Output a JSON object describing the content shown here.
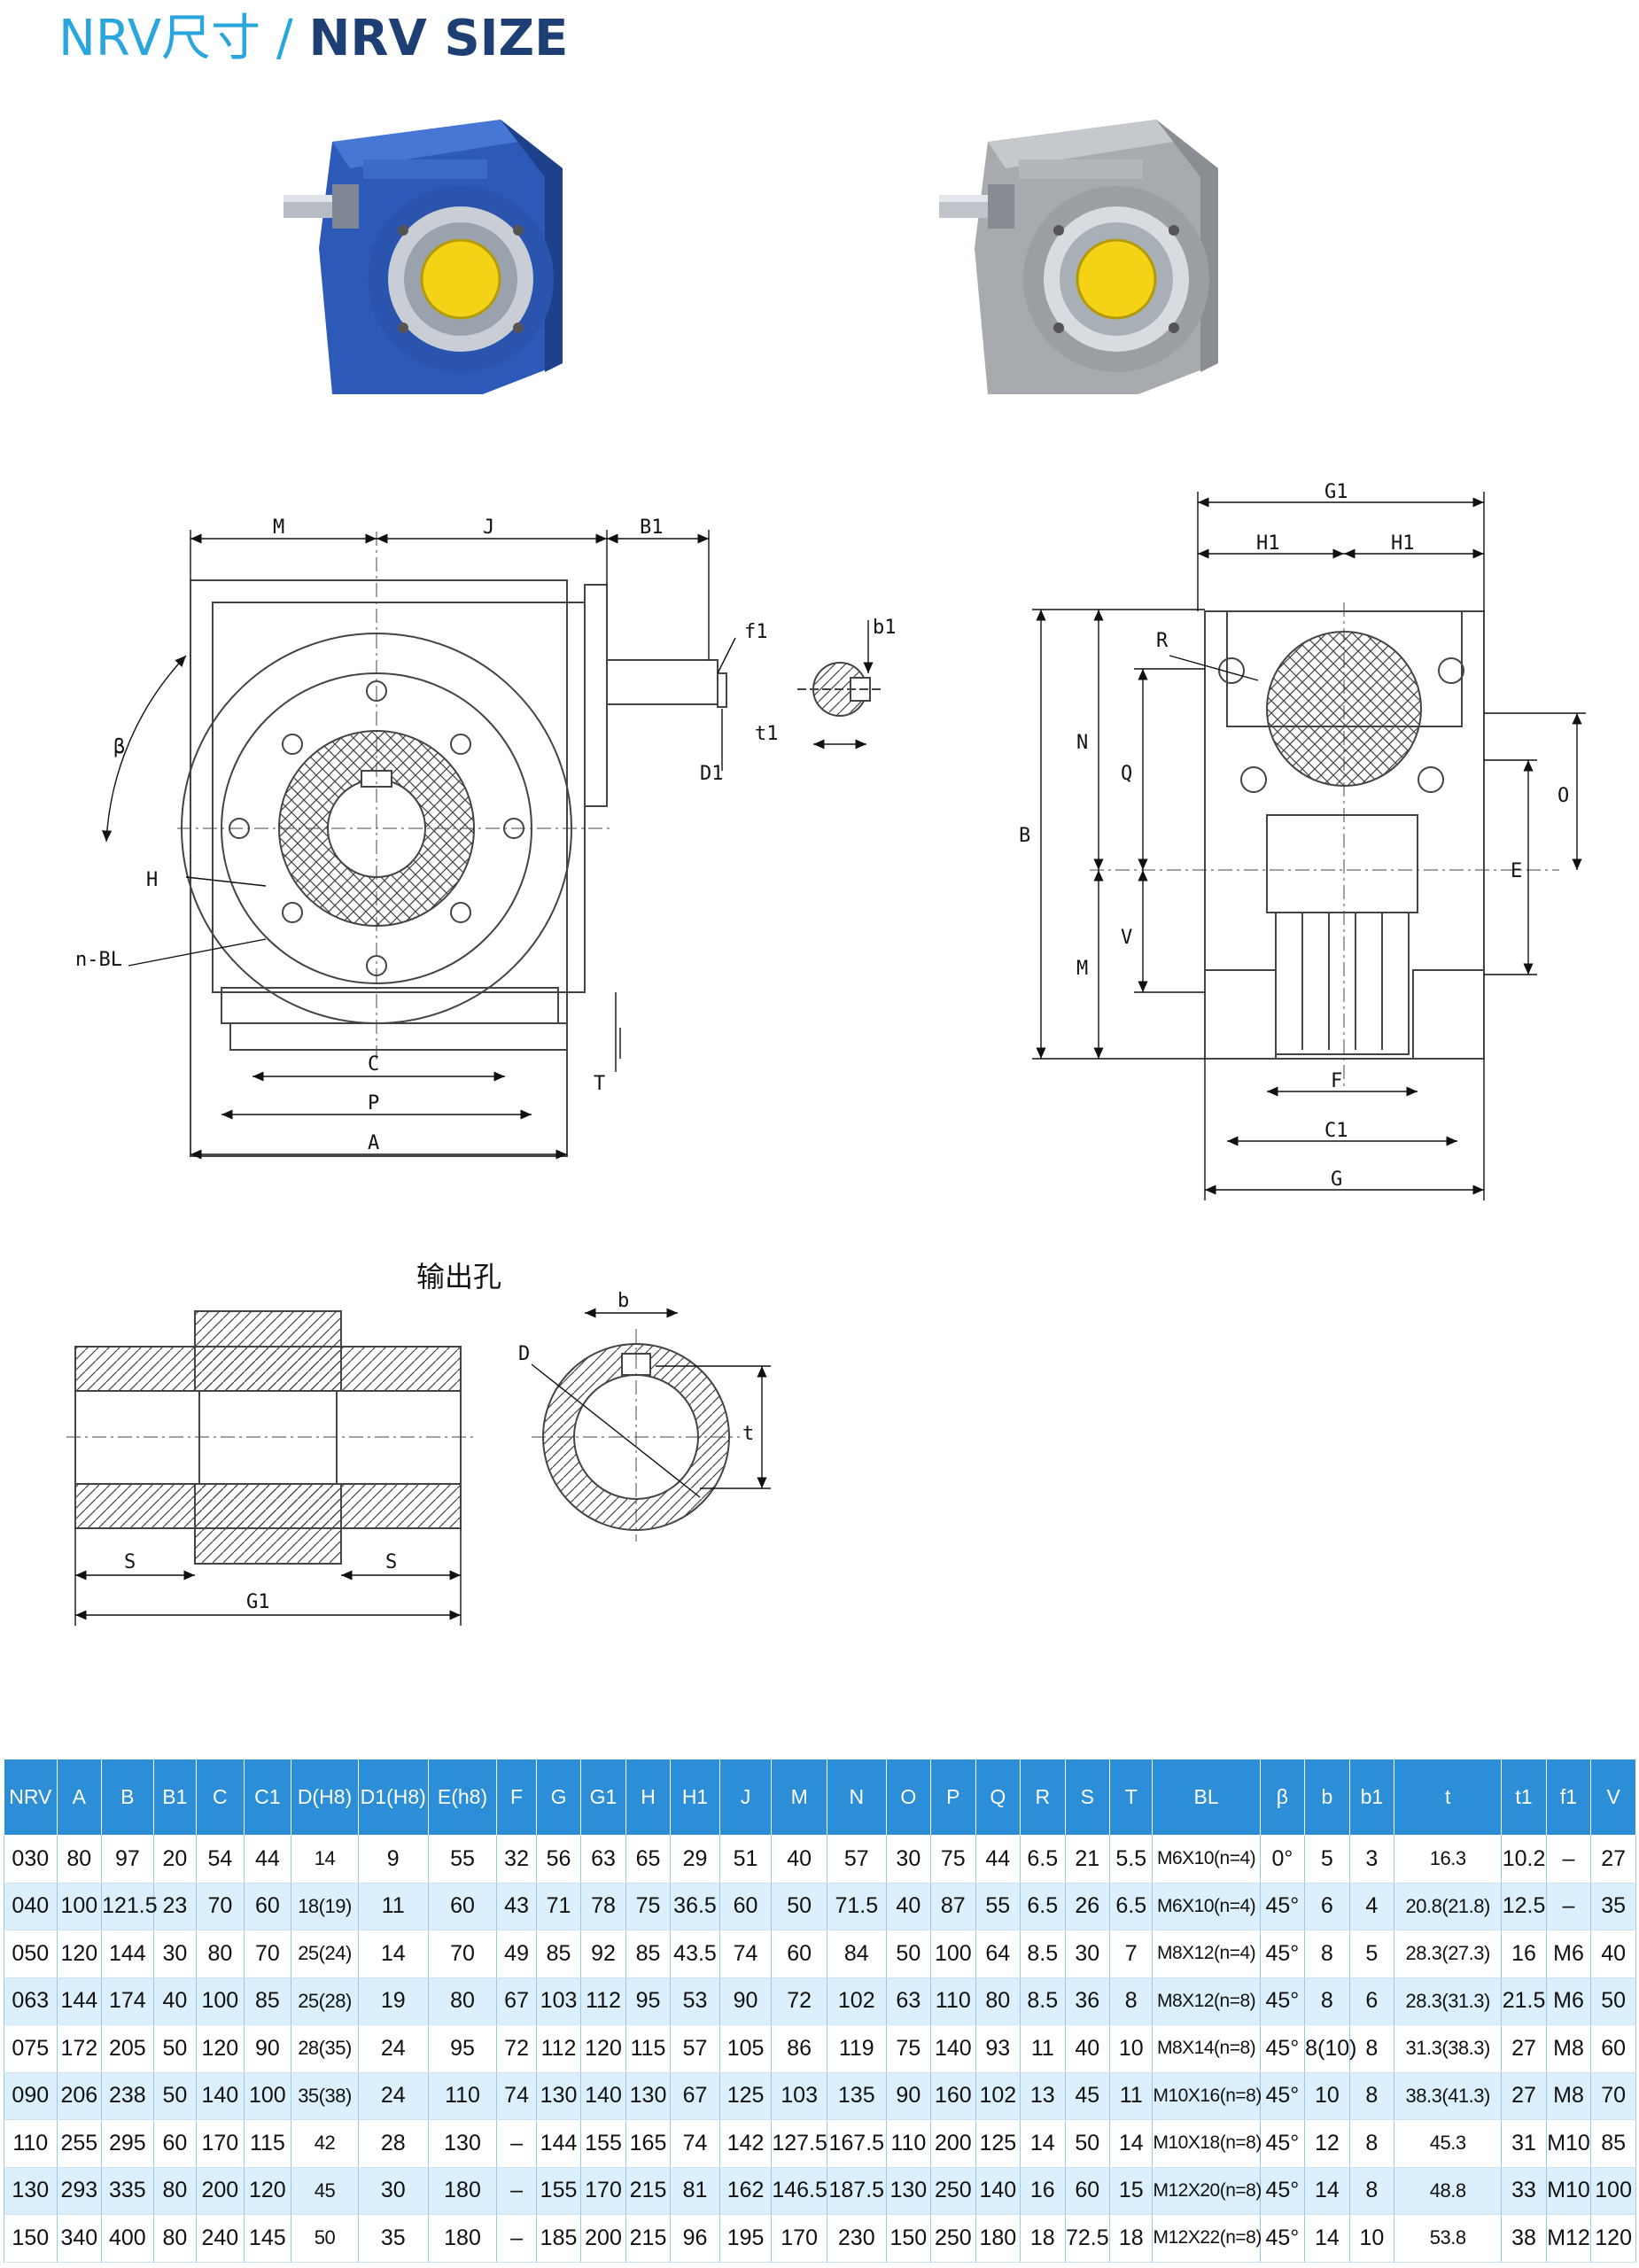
{
  "header": {
    "title_cn": "NRV尺寸 / ",
    "title_en": "NRV SIZE"
  },
  "drawings": {
    "front_view": {
      "M": "M",
      "J": "J",
      "B1": "B1",
      "f1": "f1",
      "b1": "b1",
      "t1": "t1",
      "D1": "D1",
      "beta": "β",
      "H": "H",
      "nBL": "n-BL",
      "C": "C",
      "P": "P",
      "A": "A",
      "T": "T"
    },
    "side_view": {
      "G1": "G1",
      "H1a": "H1",
      "H1b": "H1",
      "R": "R",
      "N": "N",
      "Q": "Q",
      "B": "B",
      "O": "O",
      "E": "E",
      "V": "V",
      "M": "M",
      "F": "F",
      "C1": "C1",
      "G": "G"
    },
    "output_hole": {
      "title": "输出孔",
      "b": "b",
      "D": "D",
      "t": "t",
      "S1": "S",
      "S2": "S",
      "G1": "G1"
    }
  },
  "colors": {
    "blue_motor": "#2d5ab8",
    "grey_motor": "#a7aaae",
    "header_blue": "#2b8ed6",
    "title_light": "#2aa6de",
    "title_dark": "#1e3f73",
    "row_alt": "#dceffc"
  },
  "table": {
    "columns": [
      "NRV",
      "A",
      "B",
      "B1",
      "C",
      "C1",
      "D(H8)",
      "D1(H8)",
      "E(h8)",
      "F",
      "G",
      "G1",
      "H",
      "H1",
      "J",
      "M",
      "N",
      "O",
      "P",
      "Q",
      "R",
      "S",
      "T",
      "BL",
      "β",
      "b",
      "b1",
      "t",
      "t1",
      "f1",
      "V"
    ],
    "rows": [
      [
        "030",
        "80",
        "97",
        "20",
        "54",
        "44",
        "14",
        "9",
        "55",
        "32",
        "56",
        "63",
        "65",
        "29",
        "51",
        "40",
        "57",
        "30",
        "75",
        "44",
        "6.5",
        "21",
        "5.5",
        "M6X10(n=4)",
        "0°",
        "5",
        "3",
        "16.3",
        "10.2",
        "–",
        "27"
      ],
      [
        "040",
        "100",
        "121.5",
        "23",
        "70",
        "60",
        "18(19)",
        "11",
        "60",
        "43",
        "71",
        "78",
        "75",
        "36.5",
        "60",
        "50",
        "71.5",
        "40",
        "87",
        "55",
        "6.5",
        "26",
        "6.5",
        "M6X10(n=4)",
        "45°",
        "6",
        "4",
        "20.8(21.8)",
        "12.5",
        "–",
        "35"
      ],
      [
        "050",
        "120",
        "144",
        "30",
        "80",
        "70",
        "25(24)",
        "14",
        "70",
        "49",
        "85",
        "92",
        "85",
        "43.5",
        "74",
        "60",
        "84",
        "50",
        "100",
        "64",
        "8.5",
        "30",
        "7",
        "M8X12(n=4)",
        "45°",
        "8",
        "5",
        "28.3(27.3)",
        "16",
        "M6",
        "40"
      ],
      [
        "063",
        "144",
        "174",
        "40",
        "100",
        "85",
        "25(28)",
        "19",
        "80",
        "67",
        "103",
        "112",
        "95",
        "53",
        "90",
        "72",
        "102",
        "63",
        "110",
        "80",
        "8.5",
        "36",
        "8",
        "M8X12(n=8)",
        "45°",
        "8",
        "6",
        "28.3(31.3)",
        "21.5",
        "M6",
        "50"
      ],
      [
        "075",
        "172",
        "205",
        "50",
        "120",
        "90",
        "28(35)",
        "24",
        "95",
        "72",
        "112",
        "120",
        "115",
        "57",
        "105",
        "86",
        "119",
        "75",
        "140",
        "93",
        "11",
        "40",
        "10",
        "M8X14(n=8)",
        "45°",
        "8(10)",
        "8",
        "31.3(38.3)",
        "27",
        "M8",
        "60"
      ],
      [
        "090",
        "206",
        "238",
        "50",
        "140",
        "100",
        "35(38)",
        "24",
        "110",
        "74",
        "130",
        "140",
        "130",
        "67",
        "125",
        "103",
        "135",
        "90",
        "160",
        "102",
        "13",
        "45",
        "11",
        "M10X16(n=8)",
        "45°",
        "10",
        "8",
        "38.3(41.3)",
        "27",
        "M8",
        "70"
      ],
      [
        "110",
        "255",
        "295",
        "60",
        "170",
        "115",
        "42",
        "28",
        "130",
        "–",
        "144",
        "155",
        "165",
        "74",
        "142",
        "127.5",
        "167.5",
        "110",
        "200",
        "125",
        "14",
        "50",
        "14",
        "M10X18(n=8)",
        "45°",
        "12",
        "8",
        "45.3",
        "31",
        "M10",
        "85"
      ],
      [
        "130",
        "293",
        "335",
        "80",
        "200",
        "120",
        "45",
        "30",
        "180",
        "–",
        "155",
        "170",
        "215",
        "81",
        "162",
        "146.5",
        "187.5",
        "130",
        "250",
        "140",
        "16",
        "60",
        "15",
        "M12X20(n=8)",
        "45°",
        "14",
        "8",
        "48.8",
        "33",
        "M10",
        "100"
      ],
      [
        "150",
        "340",
        "400",
        "80",
        "240",
        "145",
        "50",
        "35",
        "180",
        "–",
        "185",
        "200",
        "215",
        "96",
        "195",
        "170",
        "230",
        "150",
        "250",
        "180",
        "18",
        "72.5",
        "18",
        "M12X22(n=8)",
        "45°",
        "14",
        "10",
        "53.8",
        "38",
        "M12",
        "120"
      ]
    ]
  }
}
